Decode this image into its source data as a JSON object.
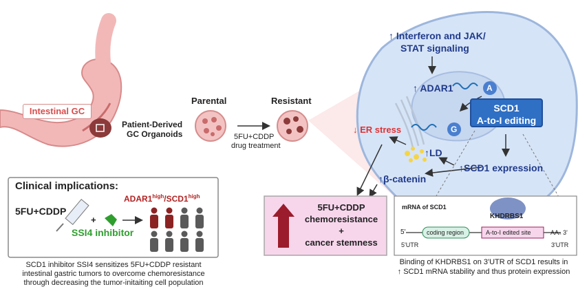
{
  "stomach": {
    "label": "Intestinal GC"
  },
  "organoid": {
    "parental_title": "Parental",
    "resistant_title": "Resistant",
    "source_line1": "Patient-Derived",
    "source_line2": "GC Organoids",
    "treatment_line1": "5FU+CDDP",
    "treatment_line2": "drug treatment"
  },
  "clinical": {
    "title": "Clinical implications:",
    "drug": "5FU+CDDP",
    "plus": "+",
    "inhibitor": "SSI4 inhibitor",
    "marker_prefix_a": "ADAR1",
    "marker_sup_a": "high",
    "marker_sep": "/SCD1",
    "marker_sup_b": "high",
    "caption_line1": "SCD1 inhibitor SSI4 sensitizes 5FU+CDDP resistant",
    "caption_line2": "intestinal gastric tumors to overcome chemoresistance",
    "caption_line3": "through decreasing the tumor-initaiting cell population"
  },
  "cell": {
    "interferon_line1": "↑ Interferon and JAK/",
    "interferon_line2": "STAT signaling",
    "adar1": "↑ ADAR1",
    "a_label": "A",
    "g_label": "G",
    "er_stress": "↓ ER stress",
    "ld": "↑LD",
    "scd1_expression": "↑SCD1 expression",
    "beta_catenin": "↑β-catenin"
  },
  "scd1_box": {
    "line1": "SCD1",
    "line2": "A-to-I editing"
  },
  "outcome": {
    "line1": "5FU+CDDP",
    "line2": "chemoresistance",
    "line3": "+",
    "line4": "cancer stemness"
  },
  "mrna": {
    "title": "mRNA of SCD1",
    "protein": "KHDRBS1",
    "five_prime": "5'",
    "coding": "coding region",
    "edited": "A-to-I edited site",
    "poly_a": "AAₙ 3'",
    "utr5": "5'UTR",
    "utr3": "3'UTR",
    "caption_line1": "Binding of KHDRBS1 on 3'UTR of SCD1 results in",
    "caption_line2": "↑ SCD1 mRNA stability and thus protein expression"
  },
  "colors": {
    "cell_fill": "#d6e4f7",
    "cell_stroke": "#9db6dc",
    "stomach": "#f2b8b8",
    "red_text": "#e03131",
    "navy_text": "#1f3a8a",
    "scd1_box": "#2f6fc4",
    "outcome_box": "#f7d6ec",
    "outcome_arrow": "#9b1c2c",
    "green": "#2f9e2f",
    "marker_red": "#b22222"
  }
}
